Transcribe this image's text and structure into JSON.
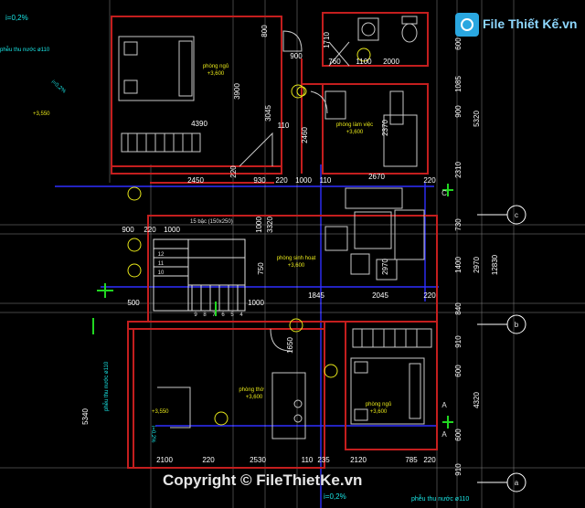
{
  "logo": {
    "text": "File Thiết Kế.vn"
  },
  "watermark": {
    "text": "Copyright © FileThietKe.vn"
  },
  "colors": {
    "wall": "#c41e1e",
    "dim": "#ffffff",
    "grid": "#2f2fff",
    "cyan": "#19e6e6",
    "yellow": "#e6e619",
    "green": "#21d721",
    "room": "#e0e0e0",
    "furniture": "#c8c8c8"
  },
  "rooms": [
    {
      "id": "ngu1",
      "name": "phòng ngủ",
      "level": "+3,600"
    },
    {
      "id": "lamviec",
      "name": "phòng làm việc",
      "level": "+3,600"
    },
    {
      "id": "sinhhoat",
      "name": "phòng sinh hoạt",
      "level": "+3,600"
    },
    {
      "id": "tho",
      "name": "phòng thờ",
      "level": "+3,600"
    },
    {
      "id": "ngu2",
      "name": "phòng ngủ",
      "level": "+3,600"
    }
  ],
  "notes": {
    "slope_top": "i=0,2%",
    "slope_bottom": "i=0,2%",
    "slope_bottom_mid": "i=0,2%",
    "slope_diag": "i=0,2%",
    "pipe_top": "phễu thu nước ø110",
    "pipe_left": "phễu thu nước ø110",
    "pipe_bottom": "phễu thu nước ø110",
    "level_left": "+3,550",
    "level_left2": "+3,550",
    "stair_label": "15 bậc (150x250)"
  },
  "axes": {
    "c": "c",
    "b": "b",
    "a": "a",
    "A1": "A",
    "A2": "A",
    "C": "C"
  },
  "dims": {
    "d4390": "4390",
    "d3900": "3900",
    "d3045": "3045",
    "d2460": "2460",
    "d2370": "2370",
    "d2450": "2450",
    "d930": "930",
    "d220a": "220",
    "d220b": "220",
    "d1000a": "1000",
    "d110a": "110",
    "d2670": "2670",
    "d220c": "220",
    "d900": "900",
    "d220d": "220",
    "d1000b": "1000",
    "d1000c": "1000",
    "d1845": "1845",
    "d2045": "2045",
    "d220e": "220",
    "d1000d": "1000",
    "d500": "500",
    "d750": "750",
    "d2970": "2970",
    "d3320": "3320",
    "d1650": "1650",
    "d800": "800",
    "d1710": "1710",
    "d760": "760",
    "d1100a": "1100",
    "d2000": "2000",
    "d110b": "110",
    "d900b": "900",
    "d2100": "2100",
    "d220f": "220",
    "d2530": "2530",
    "d110c": "110",
    "d235": "235",
    "d2120": "2120",
    "d785": "785",
    "d220g": "220",
    "r600": "600",
    "r1085": "1085",
    "r900": "900",
    "r5320": "5320",
    "r2310": "2310",
    "r730": "730",
    "r1400": "1400",
    "r2970": "2970",
    "r840": "840",
    "r910": "910",
    "r600b": "600",
    "r4320": "4320",
    "r600c": "600",
    "r910b": "910",
    "r12830": "12830",
    "l5340": "5340"
  },
  "stair_numbers": [
    "12",
    "11",
    "10",
    "9",
    "8",
    "7",
    "6",
    "5",
    "4"
  ]
}
